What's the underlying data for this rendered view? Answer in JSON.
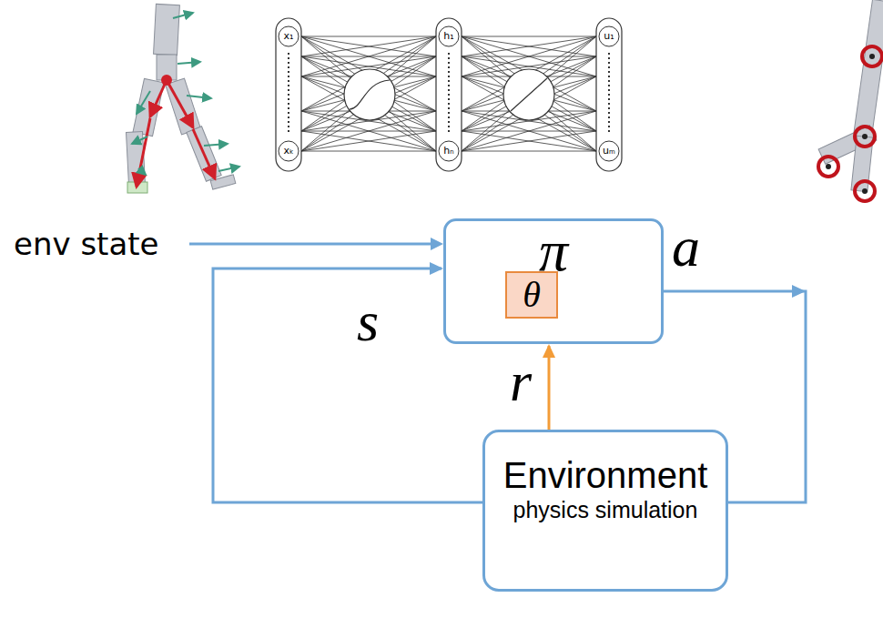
{
  "diagram": {
    "nodes": [
      {
        "text": [
          "π"
        ]
      },
      {
        "text": [
          "θ"
        ],
        "in": 0
      },
      {
        "text": [
          "Environment",
          "physics simulation"
        ]
      }
    ],
    "edges": [
      {
        "from": 2,
        "to": 0,
        "label": "s",
        "arrow": "to"
      },
      {
        "from": 2,
        "to": 0,
        "label": "r",
        "arrow": "to"
      },
      {
        "from": 0,
        "to": 2,
        "label": "a",
        "arrow": "to"
      }
    ],
    "labels": [
      "env state",
      "x₁",
      "xₖ",
      "h₁",
      "hₙ",
      "u₁",
      "uₘ"
    ]
  }
}
